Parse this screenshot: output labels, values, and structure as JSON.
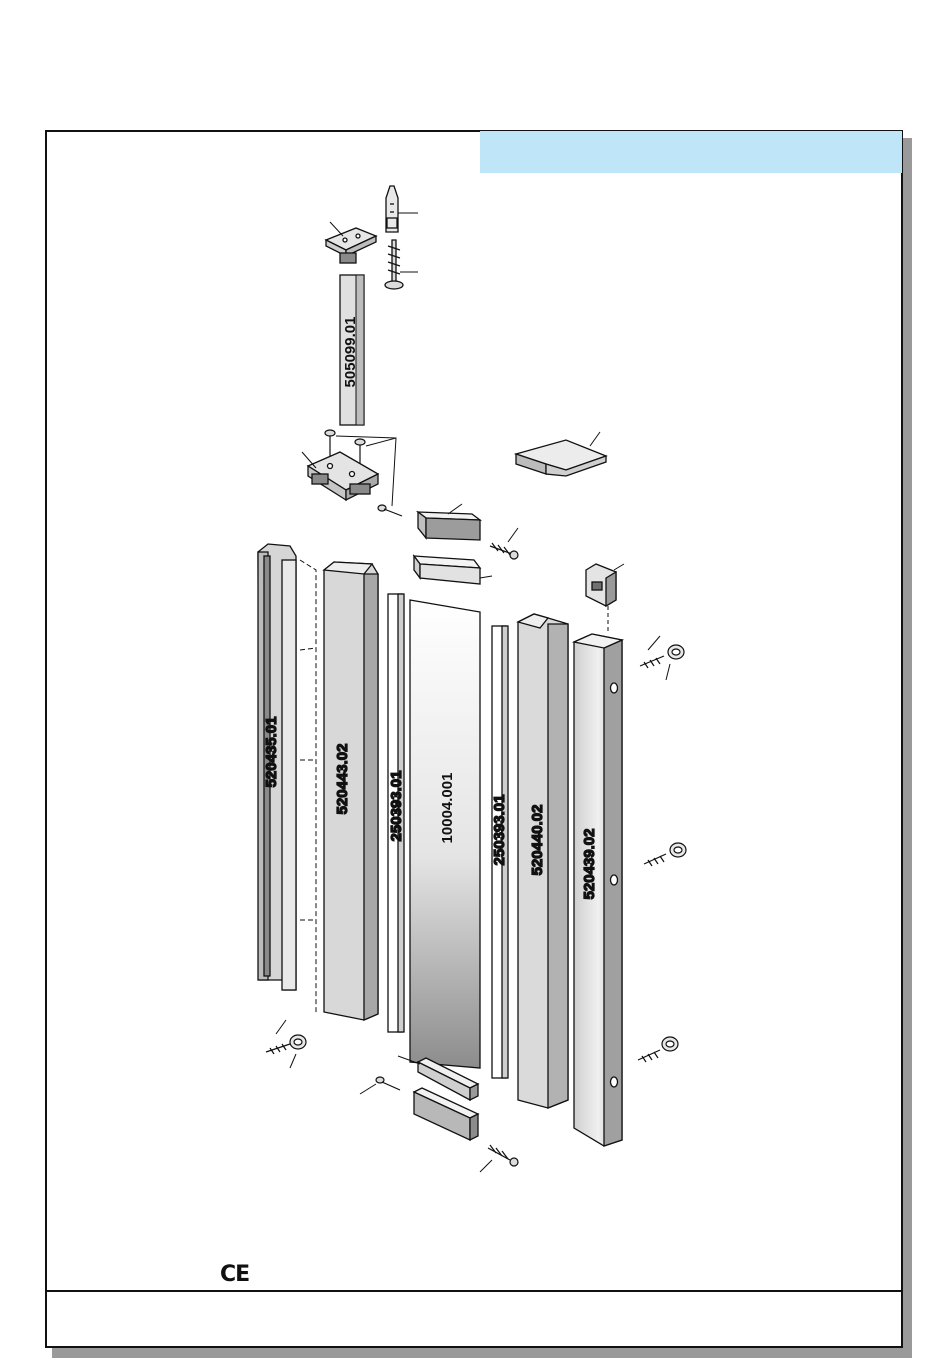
{
  "parts": {
    "p505099_01": "505099.01",
    "p520435_01": "520435.01",
    "p520443_02": "520443.02",
    "p250393_01_left": "250393.01",
    "p10004_001": "10004.001",
    "p250393_01_right": "250393.01",
    "p520440_02": "520440.02",
    "p520439_02": "520439.02"
  },
  "marks": {
    "ce": "CE"
  },
  "colors": {
    "header_band": "#bfe6f8",
    "profile_fill": "#dcdcdc",
    "line": "#111111"
  }
}
